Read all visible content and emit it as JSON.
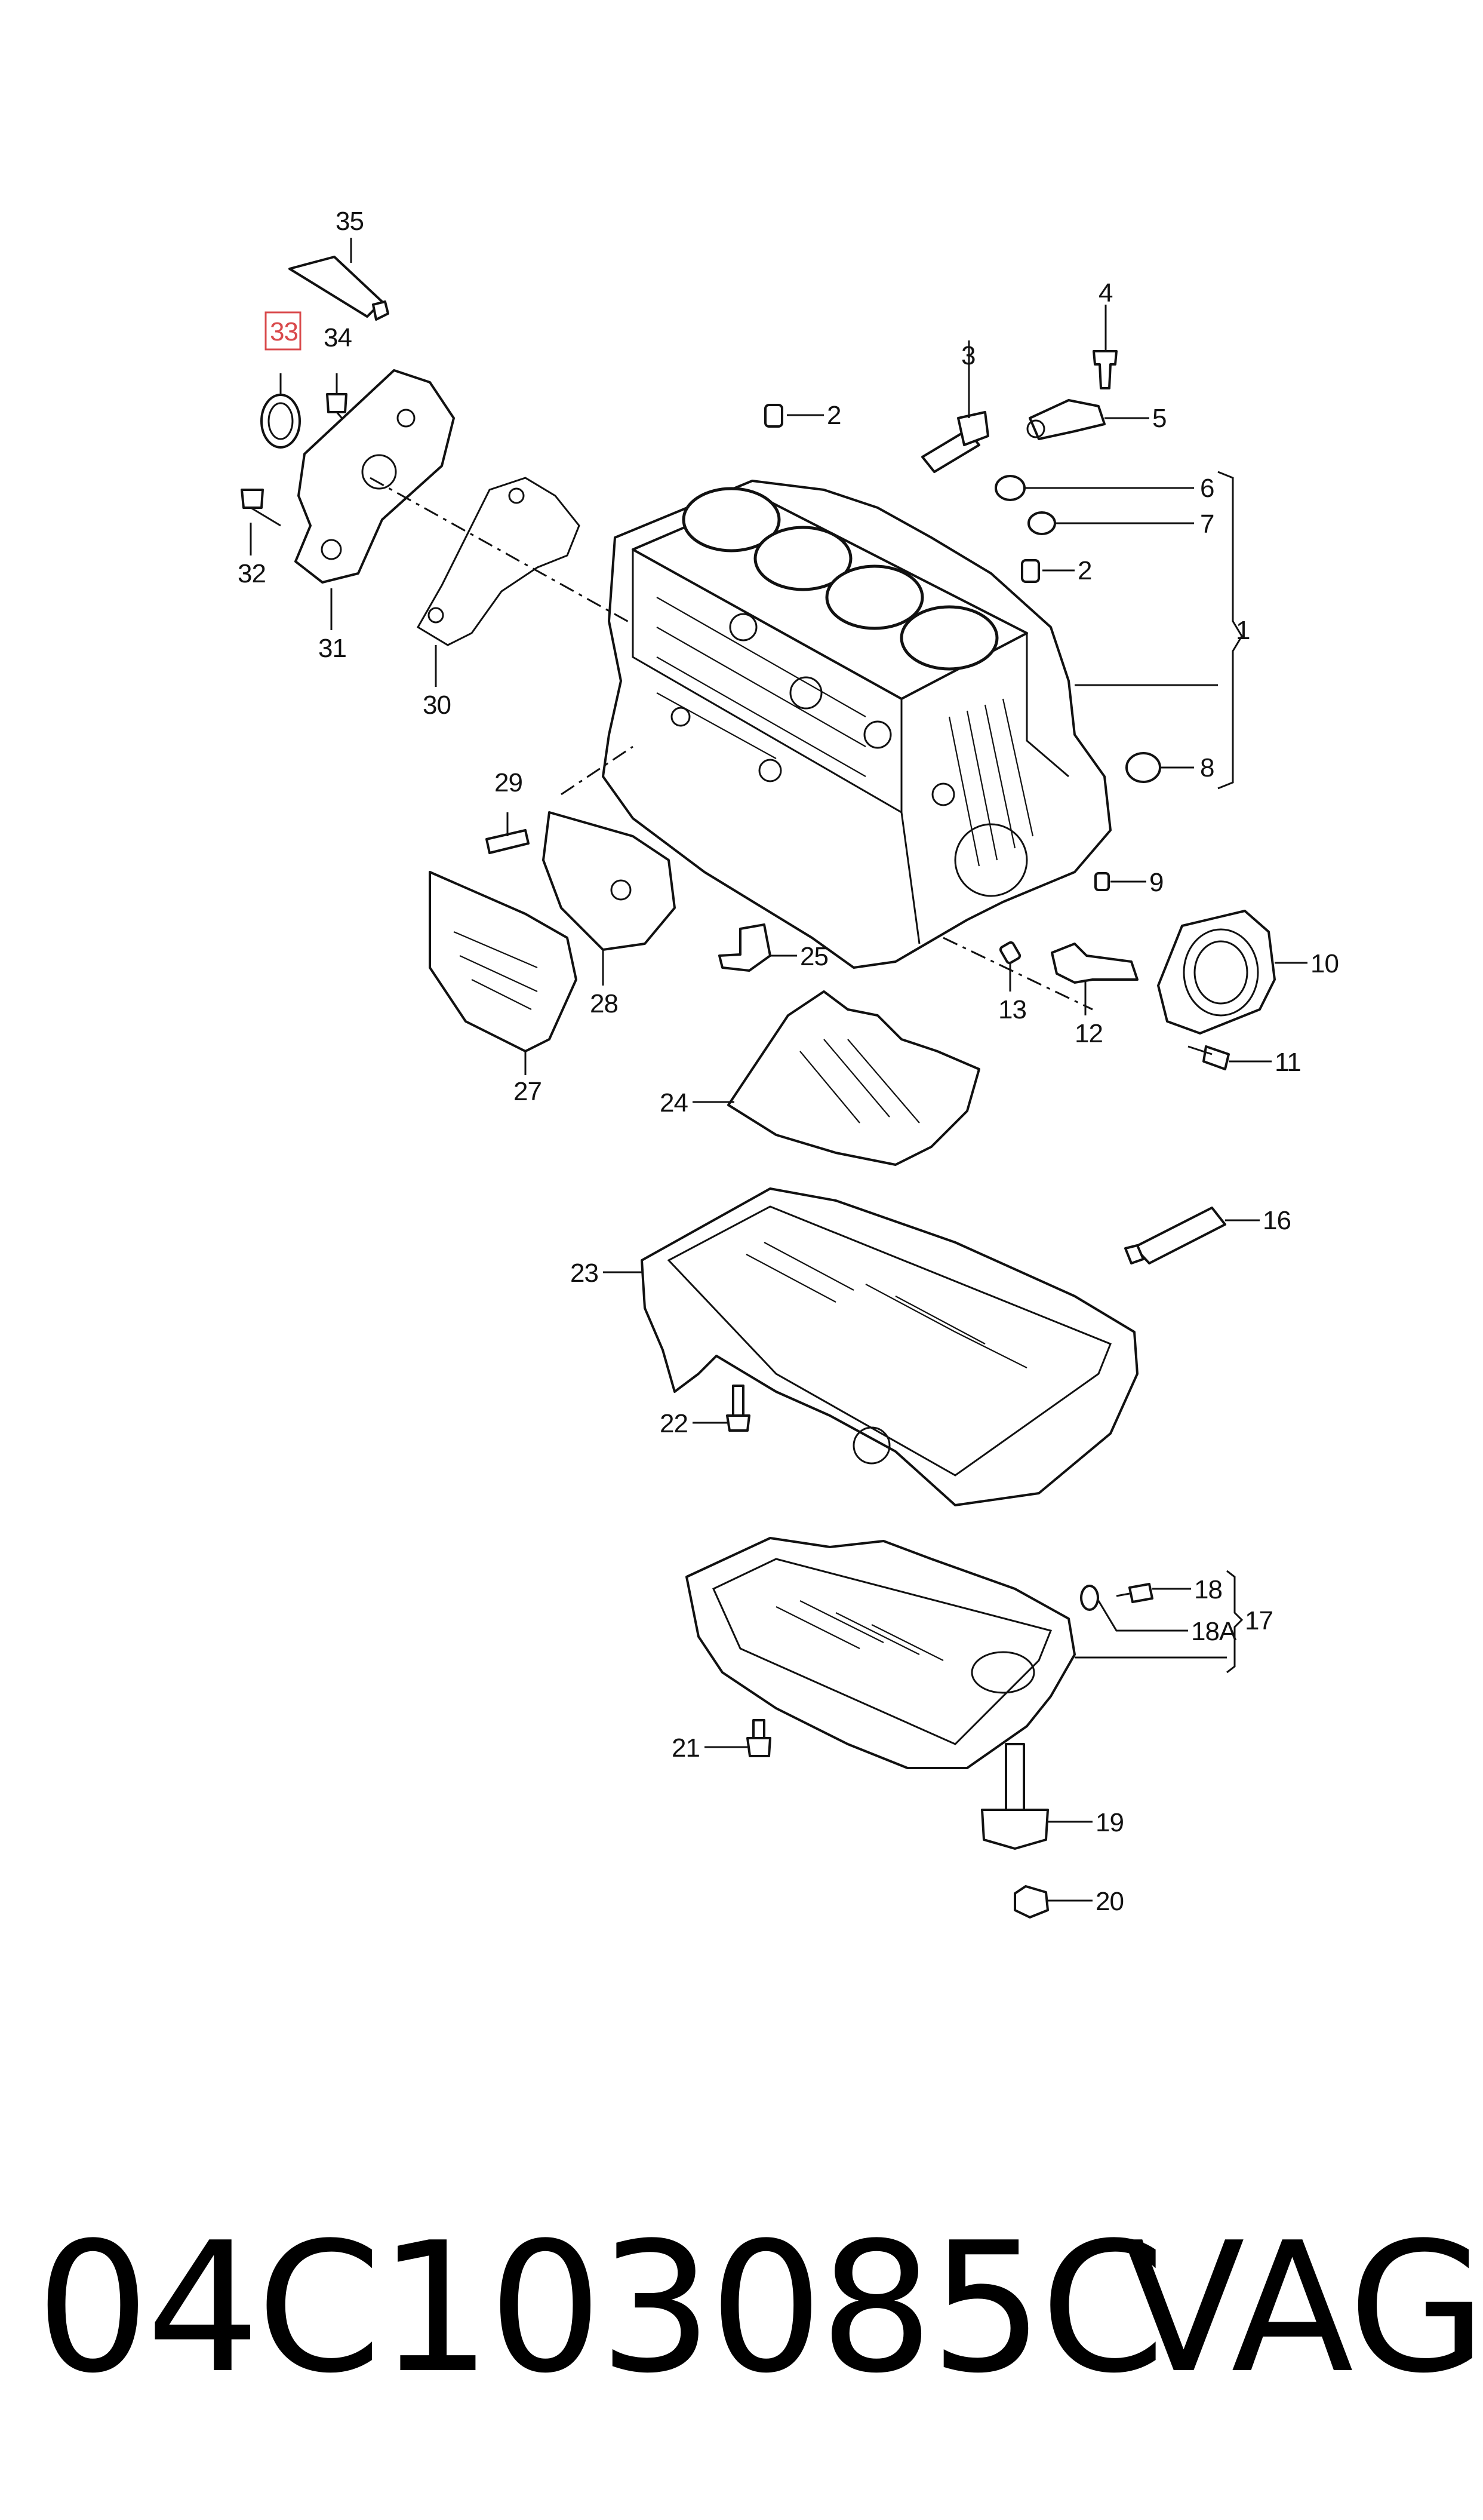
{
  "diagram": {
    "highlighted_callout": "33",
    "callouts": {
      "c1": "1",
      "c2a": "2",
      "c2b": "2",
      "c3": "3",
      "c4": "4",
      "c5": "5",
      "c6": "6",
      "c7": "7",
      "c8": "8",
      "c9": "9",
      "c10": "10",
      "c11": "11",
      "c12": "12",
      "c13": "13",
      "c16": "16",
      "c17": "17",
      "c18": "18",
      "c18a": "18A",
      "c19": "19",
      "c20": "20",
      "c21": "21",
      "c22": "22",
      "c23": "23",
      "c24": "24",
      "c25": "25",
      "c27": "27",
      "c28": "28",
      "c29": "29",
      "c30": "30",
      "c31": "31",
      "c32": "32",
      "c34": "34",
      "c35": "35"
    },
    "highlight_color": "#d9494b"
  },
  "footer": {
    "part_number": "04C103085C",
    "brand": "VAG"
  }
}
